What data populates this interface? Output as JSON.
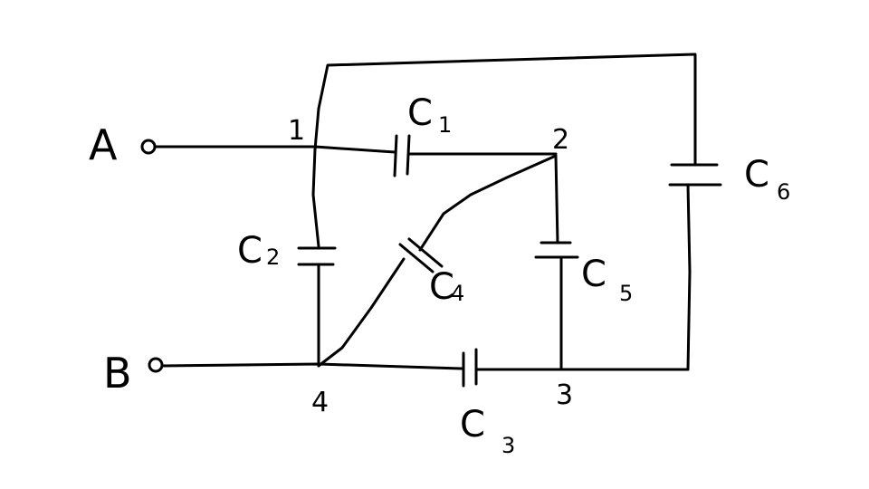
{
  "terminals": {
    "a": "A",
    "b": "B"
  },
  "nodes": {
    "n1": "1",
    "n2": "2",
    "n3": "3",
    "n4": "4"
  },
  "capacitors": {
    "c1": {
      "letter": "C",
      "index": "1"
    },
    "c2": {
      "letter": "C",
      "index": "2"
    },
    "c3": {
      "letter": "C",
      "index": "3"
    },
    "c4": {
      "letter": "C",
      "index": "4"
    },
    "c5": {
      "letter": "C",
      "index": "5"
    },
    "c6": {
      "letter": "C",
      "index": "6"
    }
  },
  "colors": {
    "ink": "#000000",
    "background": "#ffffff"
  }
}
